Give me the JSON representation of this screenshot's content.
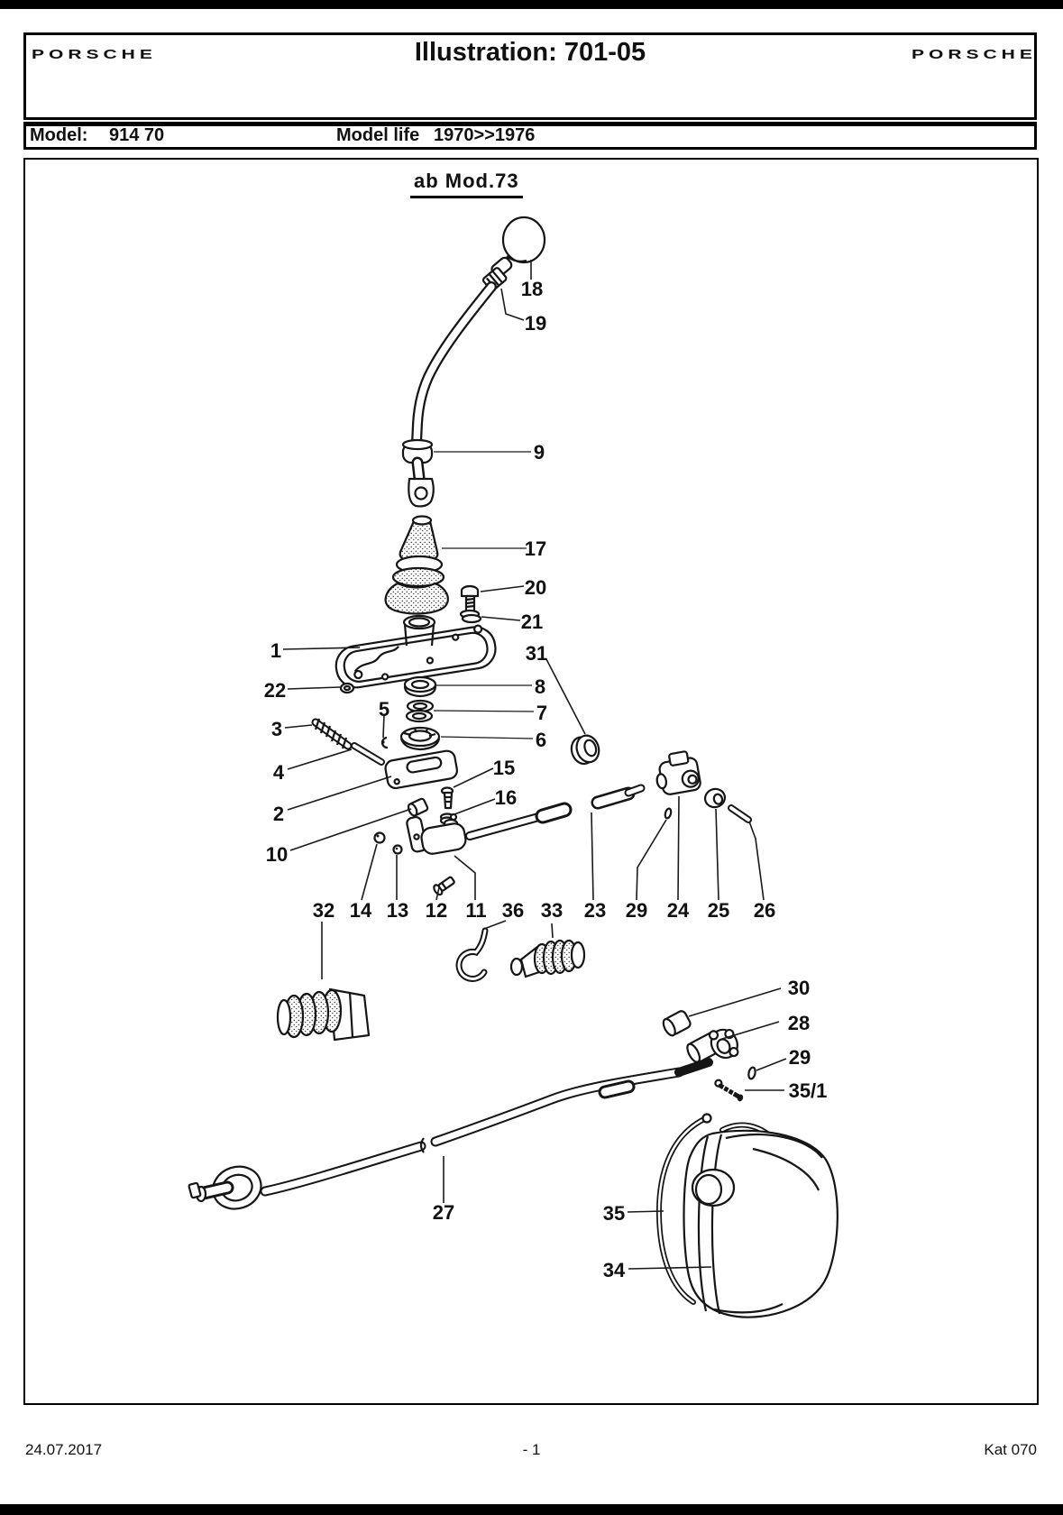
{
  "header": {
    "brand_left": "PORSCHE",
    "brand_right": "PORSCHE",
    "title": "Illustration: 701-05"
  },
  "model_bar": {
    "model_label": "Model:",
    "model_value": "914 70",
    "life_label": "Model life",
    "life_value": "1970>>1976"
  },
  "diagram": {
    "caption": "ab Mod.73",
    "callouts": [
      {
        "label": "18"
      },
      {
        "label": "19"
      },
      {
        "label": "9"
      },
      {
        "label": "17"
      },
      {
        "label": "20"
      },
      {
        "label": "21"
      },
      {
        "label": "1"
      },
      {
        "label": "31"
      },
      {
        "label": "22"
      },
      {
        "label": "8"
      },
      {
        "label": "7"
      },
      {
        "label": "5"
      },
      {
        "label": "3"
      },
      {
        "label": "6"
      },
      {
        "label": "4"
      },
      {
        "label": "2"
      },
      {
        "label": "15"
      },
      {
        "label": "16"
      },
      {
        "label": "10"
      },
      {
        "label": "32"
      },
      {
        "label": "14"
      },
      {
        "label": "13"
      },
      {
        "label": "12"
      },
      {
        "label": "11"
      },
      {
        "label": "36"
      },
      {
        "label": "33"
      },
      {
        "label": "23"
      },
      {
        "label": "29"
      },
      {
        "label": "24"
      },
      {
        "label": "25"
      },
      {
        "label": "26"
      },
      {
        "label": "30"
      },
      {
        "label": "28"
      },
      {
        "label": "29"
      },
      {
        "label": "35/1"
      },
      {
        "label": "27"
      },
      {
        "label": "35"
      },
      {
        "label": "34"
      }
    ]
  },
  "footer": {
    "date": "24.07.2017",
    "page": "- 1",
    "catalog": "Kat 070"
  },
  "colors": {
    "ink": "#151515",
    "paper": "#ffffff",
    "frame_bar": "#000000"
  }
}
